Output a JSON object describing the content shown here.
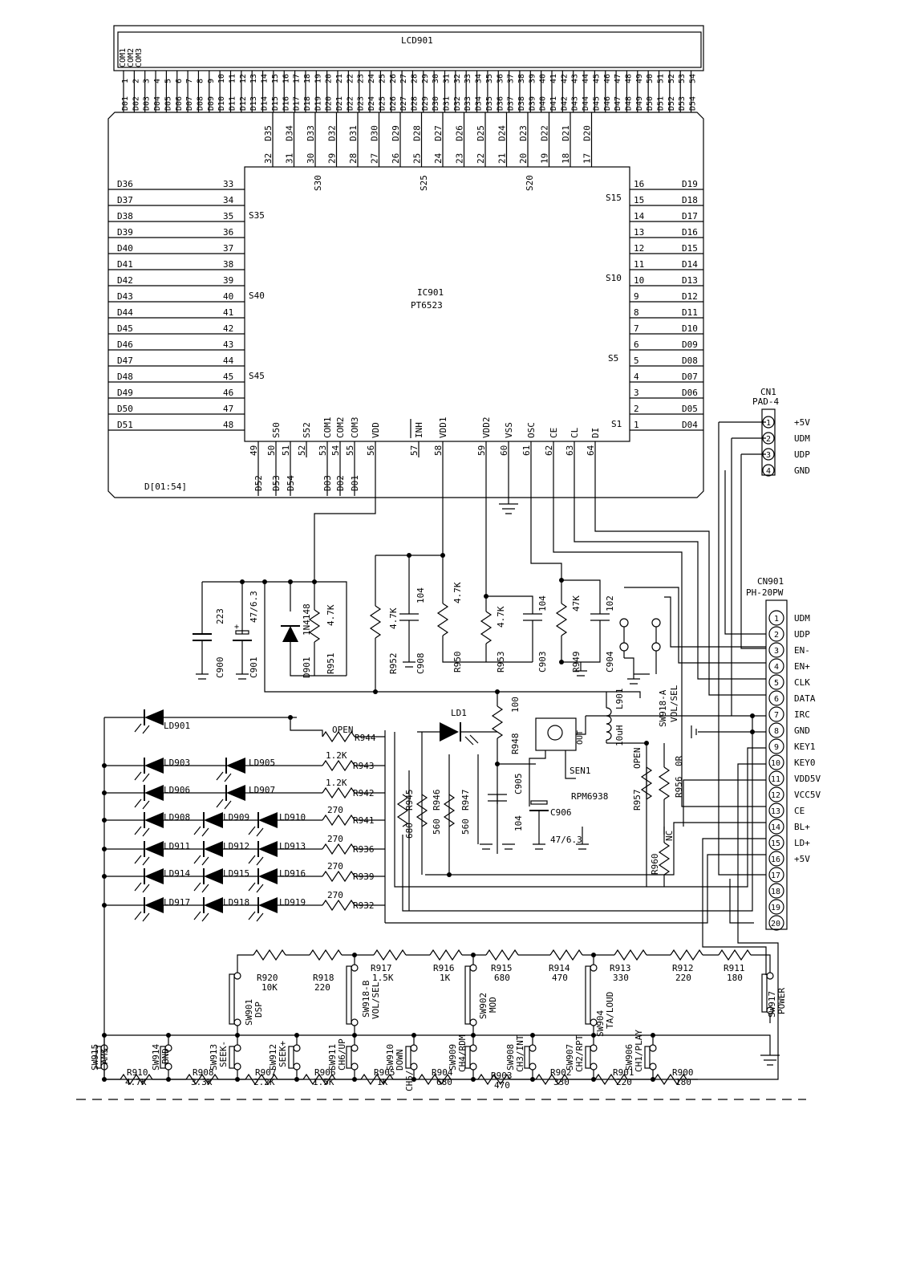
{
  "lcd": {
    "ref": "LCD901",
    "com_labels": [
      "COM1",
      "COM2",
      "COM3"
    ],
    "pin_names": [
      "D01",
      "D02",
      "D03",
      "D04",
      "D05",
      "D06",
      "D07",
      "D08",
      "D09",
      "D10",
      "D11",
      "D12",
      "D13",
      "D14",
      "D15",
      "D16",
      "D17",
      "D18",
      "D19",
      "D20",
      "D21",
      "D22",
      "D23",
      "D24",
      "D25",
      "D26",
      "D27",
      "D28",
      "D29",
      "D30",
      "D31",
      "D32",
      "D33",
      "D34",
      "D35",
      "D36",
      "D37",
      "D38",
      "D39",
      "D40",
      "D41",
      "D42",
      "D43",
      "D44",
      "D45",
      "D46",
      "D47",
      "D48",
      "D49",
      "D50",
      "D51",
      "D52",
      "D53",
      "D54"
    ],
    "pin_numbers": [
      "1",
      "2",
      "3",
      "4",
      "5",
      "6",
      "7",
      "8",
      "9",
      "10",
      "11",
      "12",
      "13",
      "14",
      "15",
      "16",
      "17",
      "18",
      "19",
      "20",
      "21",
      "22",
      "23",
      "24",
      "25",
      "26",
      "27",
      "28",
      "29",
      "30",
      "31",
      "32",
      "33",
      "34",
      "35",
      "36",
      "37",
      "38",
      "39",
      "40",
      "41",
      "42",
      "43",
      "44",
      "45",
      "46",
      "47",
      "48",
      "49",
      "50",
      "51",
      "52",
      "53",
      "54"
    ]
  },
  "ic": {
    "ref": "IC901",
    "part": "PT6523",
    "bus_label": "D[01:54]",
    "segment_labels": {
      "s30": "S30",
      "s25": "S25",
      "s20": "S20",
      "s15": "S15",
      "s10": "S10",
      "s5": "S5",
      "s1": "S1",
      "s35": "S35",
      "s40": "S40",
      "s45": "S45"
    },
    "top_pins": [
      {
        "n": "32",
        "net": "D35"
      },
      {
        "n": "31",
        "net": "D34"
      },
      {
        "n": "30",
        "net": "D33"
      },
      {
        "n": "29",
        "net": "D32"
      },
      {
        "n": "28",
        "net": "D31"
      },
      {
        "n": "27",
        "net": "D30"
      },
      {
        "n": "26",
        "net": "D29"
      },
      {
        "n": "25",
        "net": "D28"
      },
      {
        "n": "24",
        "net": "D27"
      },
      {
        "n": "23",
        "net": "D26"
      },
      {
        "n": "22",
        "net": "D25"
      },
      {
        "n": "21",
        "net": "D24"
      },
      {
        "n": "20",
        "net": "D23"
      },
      {
        "n": "19",
        "net": "D22"
      },
      {
        "n": "18",
        "net": "D21"
      },
      {
        "n": "17",
        "net": "D20"
      }
    ],
    "left_pins": [
      {
        "n": "33",
        "net": "D36"
      },
      {
        "n": "34",
        "net": "D37"
      },
      {
        "n": "35",
        "net": "D38"
      },
      {
        "n": "36",
        "net": "D39"
      },
      {
        "n": "37",
        "net": "D40"
      },
      {
        "n": "38",
        "net": "D41"
      },
      {
        "n": "39",
        "net": "D42"
      },
      {
        "n": "40",
        "net": "D43"
      },
      {
        "n": "41",
        "net": "D44"
      },
      {
        "n": "42",
        "net": "D45"
      },
      {
        "n": "43",
        "net": "D46"
      },
      {
        "n": "44",
        "net": "D47"
      },
      {
        "n": "45",
        "net": "D48"
      },
      {
        "n": "46",
        "net": "D49"
      },
      {
        "n": "47",
        "net": "D50"
      },
      {
        "n": "48",
        "net": "D51"
      }
    ],
    "right_pins": [
      {
        "n": "16",
        "net": "D19"
      },
      {
        "n": "15",
        "net": "D18"
      },
      {
        "n": "14",
        "net": "D17"
      },
      {
        "n": "13",
        "net": "D16"
      },
      {
        "n": "12",
        "net": "D15"
      },
      {
        "n": "11",
        "net": "D14"
      },
      {
        "n": "10",
        "net": "D13"
      },
      {
        "n": "9",
        "net": "D12"
      },
      {
        "n": "8",
        "net": "D11"
      },
      {
        "n": "7",
        "net": "D10"
      },
      {
        "n": "6",
        "net": "D09"
      },
      {
        "n": "5",
        "net": "D08"
      },
      {
        "n": "4",
        "net": "D07"
      },
      {
        "n": "3",
        "net": "D06"
      },
      {
        "n": "2",
        "net": "D05"
      },
      {
        "n": "1",
        "net": "D04"
      }
    ],
    "bottom_pins": [
      {
        "n": "49",
        "name": "",
        "net": "D52"
      },
      {
        "n": "50",
        "name": "S50",
        "net": "D53"
      },
      {
        "n": "51",
        "name": "",
        "net": "D54"
      },
      {
        "n": "52",
        "name": "S52",
        "net": ""
      },
      {
        "n": "53",
        "name": "COM1",
        "net": "D03"
      },
      {
        "n": "54",
        "name": "COM2",
        "net": "D02"
      },
      {
        "n": "55",
        "name": "COM3",
        "net": "D01"
      },
      {
        "n": "56",
        "name": "VDD",
        "net": ""
      },
      {
        "n": "57",
        "name": "INH",
        "net": ""
      },
      {
        "n": "58",
        "name": "VDD1",
        "net": ""
      },
      {
        "n": "59",
        "name": "VDD2",
        "net": ""
      },
      {
        "n": "60",
        "name": "VSS",
        "net": ""
      },
      {
        "n": "61",
        "name": "OSC",
        "net": ""
      },
      {
        "n": "62",
        "name": "CE",
        "net": ""
      },
      {
        "n": "63",
        "name": "CL",
        "net": ""
      },
      {
        "n": "64",
        "name": "DI",
        "net": ""
      }
    ]
  },
  "cn1": {
    "ref": "CN1",
    "type": "PAD-4",
    "pins": [
      {
        "n": "1",
        "sig": "+5V"
      },
      {
        "n": "2",
        "sig": "UDM"
      },
      {
        "n": "3",
        "sig": "UDP"
      },
      {
        "n": "4",
        "sig": "GND"
      }
    ]
  },
  "cn901": {
    "ref": "CN901",
    "type": "PH-20PW",
    "pins": [
      {
        "n": "1",
        "sig": "UDM"
      },
      {
        "n": "2",
        "sig": "UDP"
      },
      {
        "n": "3",
        "sig": "EN-"
      },
      {
        "n": "4",
        "sig": "EN+"
      },
      {
        "n": "5",
        "sig": "CLK"
      },
      {
        "n": "6",
        "sig": "DATA"
      },
      {
        "n": "7",
        "sig": "IRC"
      },
      {
        "n": "8",
        "sig": "GND"
      },
      {
        "n": "9",
        "sig": "KEY1"
      },
      {
        "n": "10",
        "sig": "KEY0"
      },
      {
        "n": "11",
        "sig": "VDD5V"
      },
      {
        "n": "12",
        "sig": "VCC5V"
      },
      {
        "n": "13",
        "sig": "CE"
      },
      {
        "n": "14",
        "sig": "BL+"
      },
      {
        "n": "15",
        "sig": "LD+"
      },
      {
        "n": "16",
        "sig": "+5V"
      },
      {
        "n": "17",
        "sig": ""
      },
      {
        "n": "18",
        "sig": ""
      },
      {
        "n": "19",
        "sig": ""
      },
      {
        "n": "20",
        "sig": ""
      }
    ]
  },
  "parts": {
    "c900": "C900",
    "c900v": "223",
    "c901": "C901",
    "c901v": "47/6.3",
    "d901": "D901",
    "d901v": "1N4148",
    "r951": "R951",
    "r951v": "4.7K",
    "r952": "R952",
    "r952v": "4.7K",
    "c908": "C908",
    "c908v": "104",
    "r950": "R950",
    "r950v": "4.7K",
    "r953": "R953",
    "r953v": "4.7K",
    "c903": "C903",
    "c903v": "104",
    "r949": "R949",
    "r949v": "47K",
    "c904": "C904",
    "c904v": "102",
    "sw918a": "SW918-A",
    "sw918a_f": "VOL/SEL",
    "l901": "L901",
    "l901v": "10uH",
    "ld1": "LD1",
    "r948": "R948",
    "r948v": "100",
    "c905": "C905",
    "c905v": "104",
    "c906": "C906",
    "c906v": "47/6.3",
    "sen1": "SEN1",
    "rpm": "RPM6938",
    "out": "OUT",
    "r957": "R957",
    "r957v": "OPEN",
    "r956": "R956",
    "r956v": "0R",
    "r960": "R960",
    "r960v": "NC",
    "r945": "R945",
    "r945v": "680",
    "r946": "R946",
    "r946v": "560",
    "r947": "R947",
    "r947v": "560"
  },
  "leds": {
    "ld901": "LD901",
    "ld903": "LD903",
    "ld905": "LD905",
    "ld906": "LD906",
    "ld907": "LD907",
    "ld908": "LD908",
    "ld909": "LD909",
    "ld910": "LD910",
    "ld911": "LD911",
    "ld912": "LD912",
    "ld913": "LD913",
    "ld914": "LD914",
    "ld915": "LD915",
    "ld916": "LD916",
    "ld917": "LD917",
    "ld918": "LD918",
    "ld919": "LD919",
    "r944": "R944",
    "r944v": "OPEN",
    "r943": "R943",
    "r943v": "1.2K",
    "r942": "R942",
    "r942v": "1.2K",
    "r941": "R941",
    "r941v": "270",
    "r936": "R936",
    "r936v": "270",
    "r939": "R939",
    "r939v": "270",
    "r932": "R932",
    "r932v": "270"
  },
  "keys_top": {
    "r920": "R920",
    "r920v": "10K",
    "r918": "R918",
    "r918v": "220",
    "r917": "R917",
    "r917v": "1.5K",
    "r916": "R916",
    "r916v": "1K",
    "r915": "R915",
    "r915v": "680",
    "r914": "R914",
    "r914v": "470",
    "r913": "R913",
    "r913v": "330",
    "r912": "R912",
    "r912v": "220",
    "r911": "R911",
    "r911v": "180",
    "sw901": "SW901",
    "sw901f": "DSP",
    "sw918b": "SW918-B",
    "sw918bf": "VOL/SEL",
    "sw902": "SW902",
    "sw902f": "MOD",
    "sw904": "SW904",
    "sw904f": "TA/LOUD",
    "sw917": "SW917",
    "sw917f": "POWER"
  },
  "keys_bottom": {
    "sw915": "SW915",
    "sw915f": "AMS",
    "sw914": "SW914",
    "sw914f": "BND",
    "sw913": "SW913",
    "sw913f": "SEEK-",
    "sw912": "SW912",
    "sw912f": "SEEK+",
    "sw911": "SW911",
    "sw911f": "CH6/UP",
    "sw910": "SW910",
    "sw910f": "DOWN",
    "sw909": "SW909",
    "sw909f": "CH4/RDM",
    "sw908": "SW908",
    "sw908f": "CH3/INT",
    "sw907": "SW907",
    "sw907f": "CH2/RPT",
    "sw906": "SW906",
    "sw906f": "CH1/PLAY",
    "r910": "R910",
    "r910v": "4.7K",
    "r908": "R908",
    "r908v": "3.3K",
    "r907": "R907",
    "r907v": "2.2K",
    "r906": "R906",
    "r906v": "1.5K",
    "r905": "R905",
    "r905v": "1K",
    "r904": "R904",
    "r904v": "680",
    "r903": "R903",
    "r903v": "470",
    "r902": "R902",
    "r902v": "330",
    "r901": "R901",
    "r901v": "220",
    "r900": "R900",
    "r900v": "180",
    "ch5": "CH5/"
  }
}
